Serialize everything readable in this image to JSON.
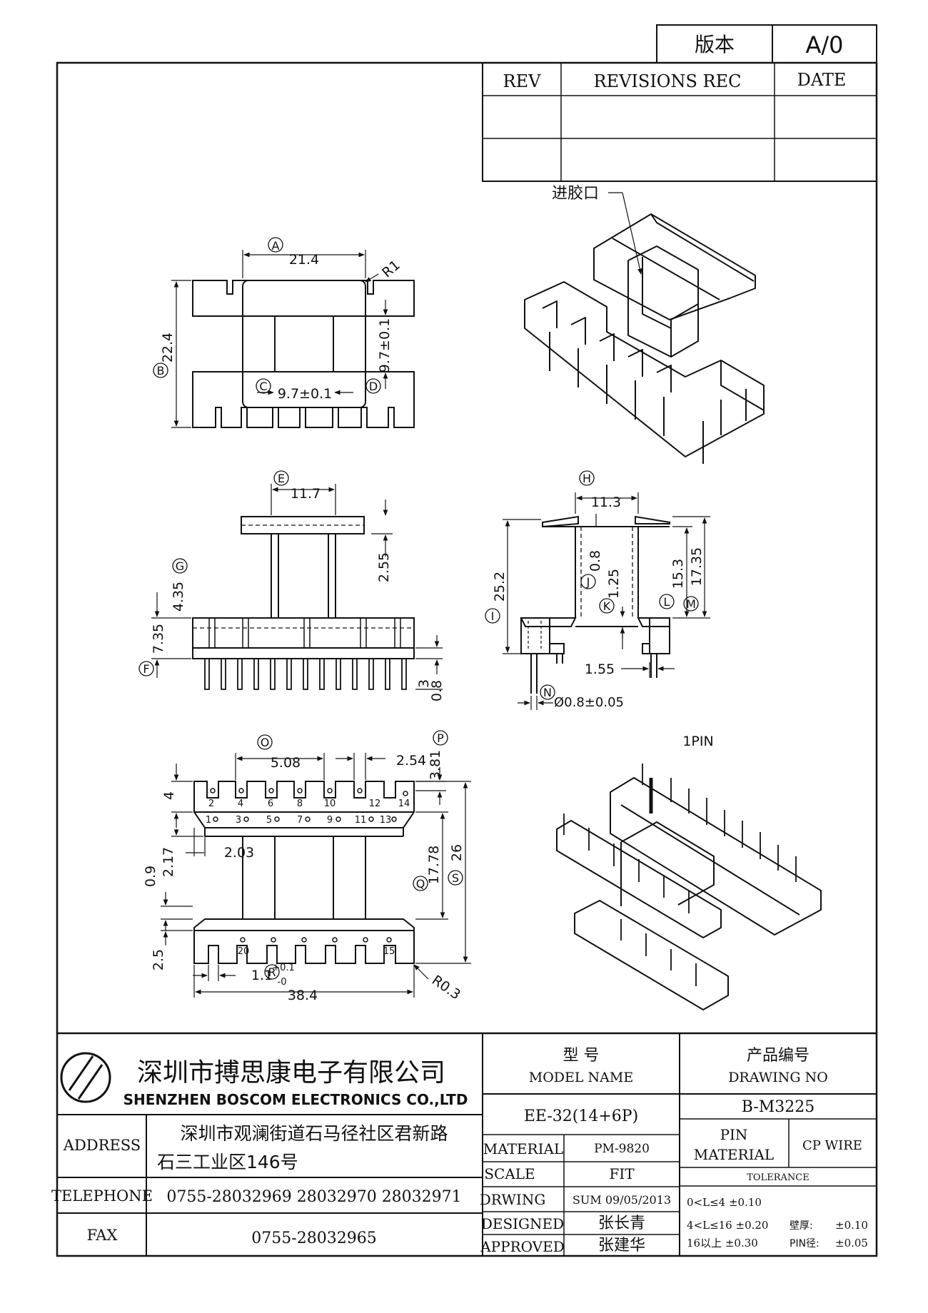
{
  "version_box": {
    "label": "版本",
    "value": "A/0"
  },
  "revision_table": {
    "headers": [
      "REV",
      "REVISIONS REC",
      "DATE"
    ],
    "rows": [
      [
        "",
        "",
        ""
      ],
      [
        "",
        "",
        ""
      ]
    ]
  },
  "top_view": {
    "dims": {
      "A": "21.4",
      "R": "R1",
      "B": "22.4",
      "C": "9.7±0.1",
      "D": "9.7±0.1"
    },
    "letters": [
      "A",
      "B",
      "C",
      "D"
    ]
  },
  "iso_top": {
    "gate_label": "进胶口"
  },
  "front_view": {
    "dims": {
      "E": "11.7",
      "g_top": "2.55",
      "G": "4.35",
      "F": "7.35",
      "pin_len": "3",
      "pin_dia": "0.8"
    },
    "letters": [
      "E",
      "G",
      "F"
    ]
  },
  "side_view": {
    "dims": {
      "H": "11.3",
      "J": "0.8",
      "K": "1.25",
      "I": "25.2",
      "L": "15.3",
      "M": "17.35",
      "pitch": "1.55",
      "N": "Ø0.8±0.05"
    },
    "letters": [
      "H",
      "J",
      "K",
      "I",
      "L",
      "M",
      "N"
    ]
  },
  "bottom_view": {
    "dims": {
      "O": "5.08",
      "P": "2.54",
      "p_side": "3.81",
      "h4": "4",
      "offset": "2.03",
      "h217": "2.17",
      "h09": "0.9",
      "Q": "17.78",
      "S": "26",
      "h25": "2.5",
      "slot": "1.1",
      "slot_tol_plus": "+0.1",
      "slot_tol_minus": "-0",
      "R": "38.4",
      "R_radius": "R0.3"
    },
    "letters": [
      "O",
      "P",
      "Q",
      "S",
      "R"
    ],
    "pin_numbers_top_row": [
      "2",
      "4",
      "6",
      "8",
      "10",
      "12",
      "14"
    ],
    "pin_numbers_second_row": [
      "1",
      "3",
      "5",
      "7",
      "9",
      "11",
      "13"
    ],
    "pin_numbers_bottom": [
      "20",
      "15"
    ]
  },
  "iso_bottom": {
    "pin1_label": "1PIN"
  },
  "title_block": {
    "company_cn": "深圳市搏思康电子有限公司",
    "company_en": "SHENZHEN BOSCOM ELECTRONICS CO.,LTD",
    "address_label": "ADDRESS",
    "address_line1": "深圳市观澜街道石马径社区君新路",
    "address_line2": "石三工业区146号",
    "telephone_label": "TELEPHONE",
    "telephone_value": "0755-28032969 28032970 28032971",
    "fax_label": "FAX",
    "fax_value": "0755-28032965",
    "model_label_cn": "型    号",
    "model_label_en": "MODEL NAME",
    "model_value": "EE-32(14+6P)",
    "drawing_label_cn": "产品编号",
    "drawing_label_en": "DRAWING NO",
    "drawing_value": "B-M3225",
    "material_label": "MATERIAL",
    "material_value": "PM-9820",
    "scale_label": "SCALE",
    "scale_value": "FIT",
    "drwing_label": "DRWING",
    "drwing_value": "SUM 09/05/2013",
    "designed_label": "DESIGNED",
    "designed_value": "张长青",
    "approved_label": "APPROVED",
    "approved_value": "张建华",
    "pin_material_label_1": "PIN",
    "pin_material_label_2": "MATERIAL",
    "pin_material_value": "CP WIRE",
    "tolerance_label": "TOLERANCE",
    "tol_1": "0<L≤4  ±0.10",
    "tol_2": "4<L≤16  ±0.20",
    "tol_3": "16以上     ±0.30",
    "wall_label": "壁厚:",
    "wall_value": "±0.10",
    "pin_dia_label": "PIN径:",
    "pin_dia_value": "±0.05"
  }
}
